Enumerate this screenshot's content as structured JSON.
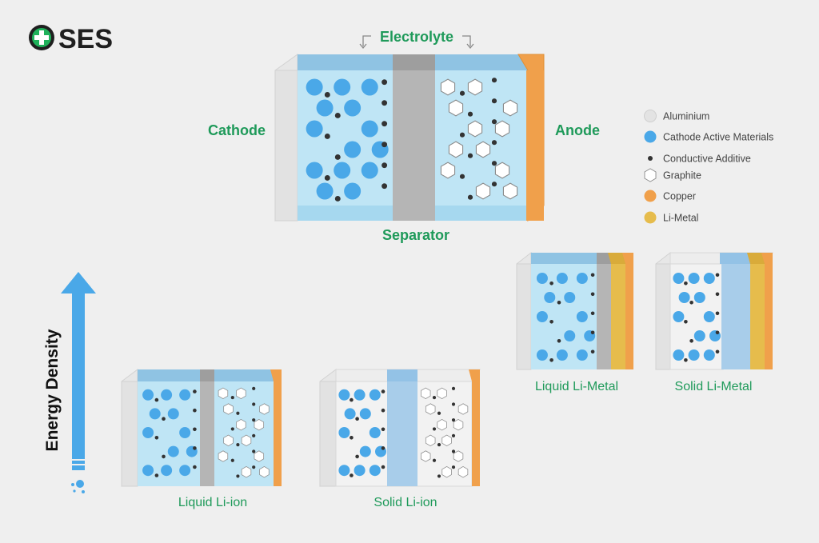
{
  "brand": {
    "name": "SES"
  },
  "main": {
    "electrolyte_label": "Electrolyte",
    "cathode_label": "Cathode",
    "anode_label": "Anode",
    "separator_label": "Separator"
  },
  "legend": {
    "items": [
      {
        "label": "Aluminium",
        "color": "#e3e3e3",
        "icon": "circle"
      },
      {
        "label": "Cathode Active Materials",
        "color": "#4aa8e8",
        "icon": "circle"
      },
      {
        "label": "Conductive Additive",
        "color": "#333333",
        "icon": "dot"
      },
      {
        "label": "Graphite",
        "color": "#ffffff",
        "icon": "hexagon"
      },
      {
        "label": "Copper",
        "color": "#f0a04b",
        "icon": "circle"
      },
      {
        "label": "Li-Metal",
        "color": "#e6bc4c",
        "icon": "circle"
      }
    ]
  },
  "axis": {
    "label": "Energy Density"
  },
  "cells": [
    {
      "label": "Liquid Li-ion"
    },
    {
      "label": "Solid Li-ion"
    },
    {
      "label": "Liquid Li-Metal"
    },
    {
      "label": "Solid Li-Metal"
    }
  ],
  "colors": {
    "accent_green": "#1f9a5a",
    "electrolyte_blue": "#bfe5f5",
    "separator_gray": "#b5b5b5",
    "solid_electrolyte": "#a8cdea",
    "arrow_blue": "#4aa8e8"
  }
}
